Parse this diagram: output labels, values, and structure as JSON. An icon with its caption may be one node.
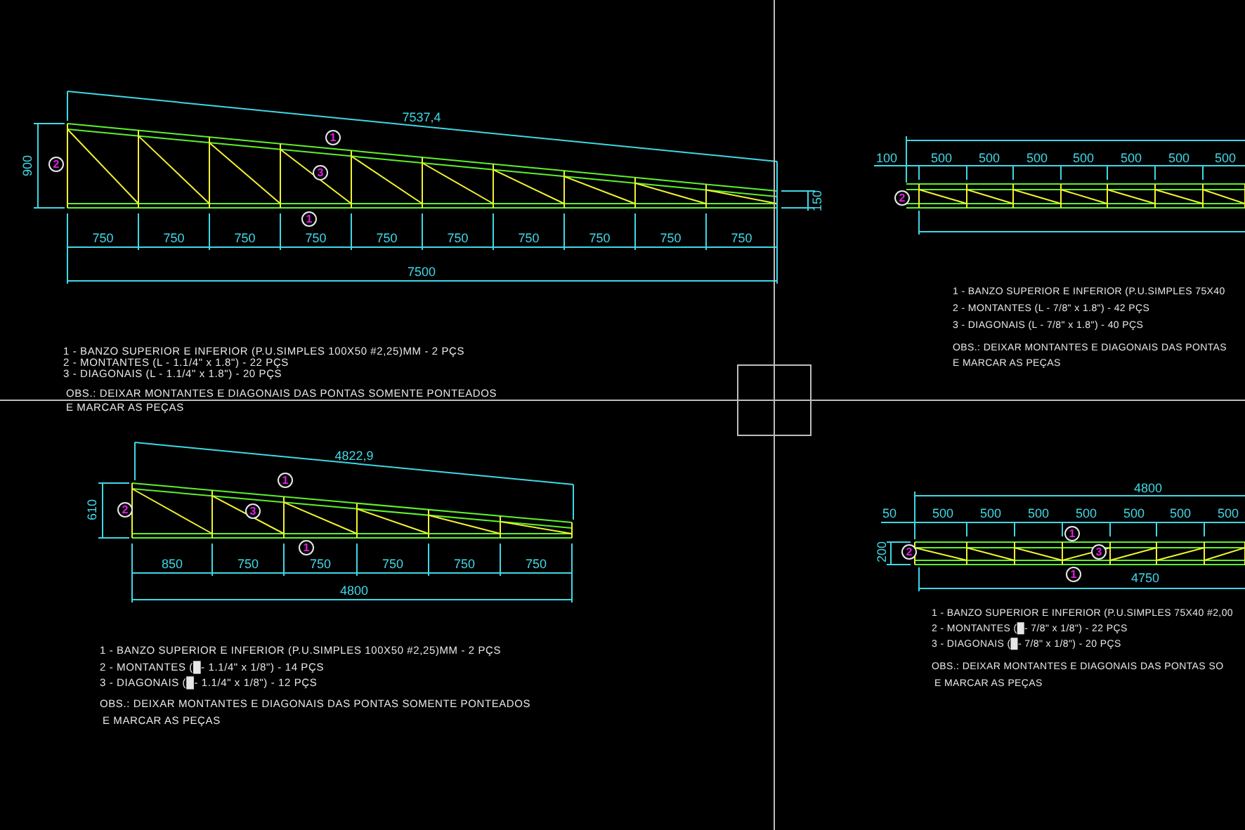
{
  "diagram": {
    "nodes": [
      {
        "text": [
          "2"
        ]
      },
      {
        "text": [
          "1"
        ]
      },
      {
        "text": [
          "3"
        ]
      },
      {
        "text": [
          "1"
        ]
      },
      {
        "text": [
          "2"
        ]
      },
      {
        "text": [
          "2"
        ]
      },
      {
        "text": [
          "1"
        ]
      },
      {
        "text": [
          "3"
        ]
      },
      {
        "text": [
          "1"
        ]
      },
      {
        "text": [
          "2"
        ]
      },
      {
        "text": [
          "1"
        ]
      },
      {
        "text": [
          "3"
        ]
      },
      {
        "text": [
          "1"
        ]
      }
    ],
    "labels": [
      "7537,4",
      "900",
      "150",
      "750",
      "750",
      "750",
      "750",
      "750",
      "750",
      "750",
      "750",
      "750",
      "750",
      "7500",
      "100",
      "500",
      "500",
      "500",
      "500",
      "500",
      "500",
      "500",
      "1 - BANZO SUPERIOR E INFERIOR (P.U.SIMPLES 75X40",
      "2 - MONTANTES (L - 7/8\" x 1.8\") - 42 PÇS",
      "3 - DIAGONAIS (L - 7/8\" x 1.8\") - 40 PÇS",
      "OBS.: DEIXAR MONTANTES E DIAGONAIS DAS PONTAS",
      "E MARCAR AS PEÇAS",
      "1 - BANZO SUPERIOR E INFERIOR (P.U.SIMPLES 100X50 #2,25)MM - 2 PÇS",
      "2 - MONTANTES (L - 1.1/4\" x 1.8\") - 22 PÇS",
      "3 - DIAGONAIS (L - 1.1/4\" x 1.8\") - 20 PÇS",
      "OBS.: DEIXAR MONTANTES E DIAGONAIS DAS PONTAS SOMENTE PONTEADOS",
      "E MARCAR AS PEÇAS",
      "4822,9",
      "610",
      "850",
      "750",
      "750",
      "750",
      "750",
      "750",
      "4800",
      "4800",
      "50",
      "500",
      "500",
      "500",
      "500",
      "500",
      "500",
      "500",
      "200",
      "4750",
      "1 - BANZO SUPERIOR E INFERIOR (P.U.SIMPLES 100X50 #2,25)MM - 2 PÇS",
      "2 - MONTANTES (█- 1.1/4\" x 1/8\") - 14 PÇS",
      "3 - DIAGONAIS (█- 1.1/4\" x 1/8\") - 12 PÇS",
      "OBS.: DEIXAR MONTANTES E DIAGONAIS DAS PONTAS SOMENTE PONTEADOS",
      "E MARCAR AS PEÇAS",
      "1 - BANZO SUPERIOR E INFERIOR (P.U.SIMPLES 75X40 #2,00",
      "2 - MONTANTES (█- 7/8\" x 1/8\") - 22 PÇS",
      "3 - DIAGONAIS (█- 7/8\" x 1/8\") - 20 PÇS",
      "OBS.: DEIXAR MONTANTES E DIAGONAIS DAS PONTAS SO",
      "E MARCAR AS PEÇAS"
    ]
  }
}
